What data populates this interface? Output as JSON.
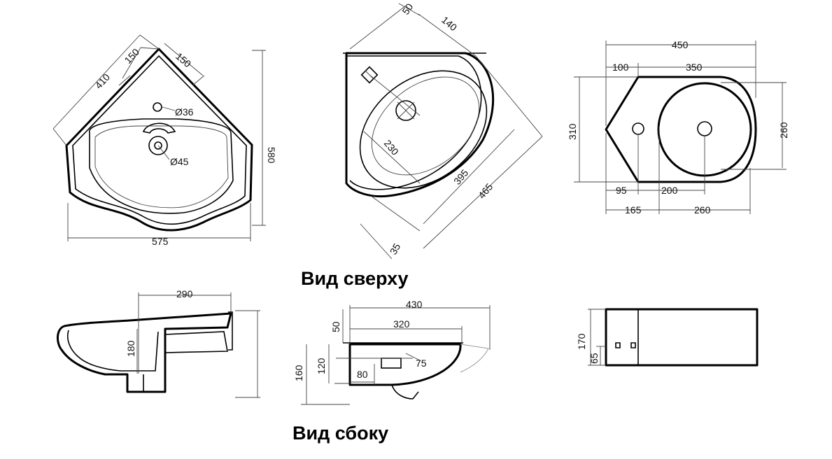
{
  "captions": {
    "top_view": "Вид сверху",
    "side_view": "Вид сбоку"
  },
  "view1": {
    "d150a": "150",
    "d150b": "150",
    "d410": "410",
    "d580": "580",
    "d575": "575",
    "hole36": "Ø36",
    "hole45": "Ø45"
  },
  "view2": {
    "d50": "50",
    "d140": "140",
    "d230": "230",
    "d395": "395",
    "d465": "465",
    "d35": "35"
  },
  "view3": {
    "d450": "450",
    "d100": "100",
    "d350": "350",
    "d310": "310",
    "d260v": "260",
    "d95": "95",
    "d200": "200",
    "d165": "165",
    "d260h": "260"
  },
  "view4": {
    "d290": "290",
    "d180": "180"
  },
  "view5": {
    "d430": "430",
    "d320": "320",
    "d50": "50",
    "d120": "120",
    "d160": "160",
    "d80": "80",
    "d75": "75"
  },
  "view6": {
    "d170": "170",
    "d65": "65"
  },
  "colors": {
    "line": "#000000",
    "thin": "#444444",
    "ghost": "#9a9a9a",
    "background": "#ffffff"
  }
}
